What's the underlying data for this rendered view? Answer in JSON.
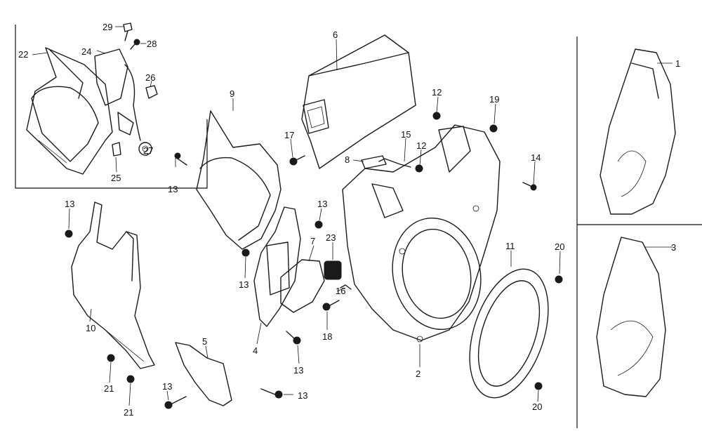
{
  "colors": {
    "line": "#1a1a1a",
    "background": "#ffffff"
  },
  "callouts": [
    {
      "id": "c29a",
      "label": "29"
    },
    {
      "id": "c28",
      "label": "28"
    },
    {
      "id": "c24",
      "label": "24"
    },
    {
      "id": "c22",
      "label": "22"
    },
    {
      "id": "c26",
      "label": "26"
    },
    {
      "id": "c27",
      "label": "27"
    },
    {
      "id": "c25",
      "label": "25"
    },
    {
      "id": "c6",
      "label": "6"
    },
    {
      "id": "c9",
      "label": "9"
    },
    {
      "id": "c12a",
      "label": "12"
    },
    {
      "id": "c19",
      "label": "19"
    },
    {
      "id": "c1",
      "label": "1"
    },
    {
      "id": "c17",
      "label": "17"
    },
    {
      "id": "c15",
      "label": "15"
    },
    {
      "id": "c12b",
      "label": "12"
    },
    {
      "id": "c8",
      "label": "8"
    },
    {
      "id": "c14",
      "label": "14"
    },
    {
      "id": "c13a",
      "label": "13"
    },
    {
      "id": "c13b",
      "label": "13"
    },
    {
      "id": "c13c",
      "label": "13"
    },
    {
      "id": "c23",
      "label": "23"
    },
    {
      "id": "c7",
      "label": "7"
    },
    {
      "id": "c3",
      "label": "3"
    },
    {
      "id": "c11",
      "label": "11"
    },
    {
      "id": "c20a",
      "label": "20"
    },
    {
      "id": "c13d",
      "label": "13"
    },
    {
      "id": "c16",
      "label": "16"
    },
    {
      "id": "c10",
      "label": "10"
    },
    {
      "id": "c18",
      "label": "18"
    },
    {
      "id": "c4",
      "label": "4"
    },
    {
      "id": "c2",
      "label": "2"
    },
    {
      "id": "c13e",
      "label": "13"
    },
    {
      "id": "c5",
      "label": "5"
    },
    {
      "id": "c21a",
      "label": "21"
    },
    {
      "id": "c21b",
      "label": "21"
    },
    {
      "id": "c13f",
      "label": "13"
    },
    {
      "id": "c13g",
      "label": "13"
    },
    {
      "id": "c20b",
      "label": "20"
    }
  ]
}
